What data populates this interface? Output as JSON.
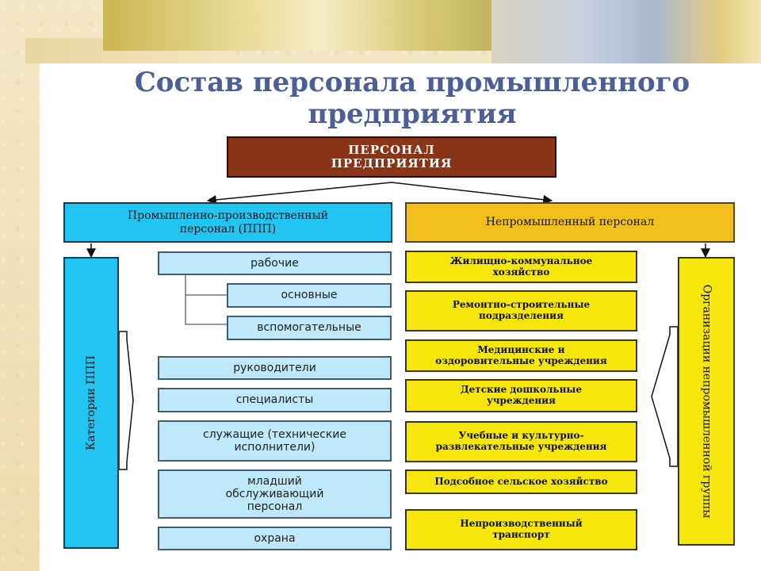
{
  "title": {
    "line1": "Состав персонала промышленного",
    "line2": "предприятия"
  },
  "root": {
    "line1": "ПЕРСОНАЛ",
    "line2": "ПРЕДПРИЯТИЯ"
  },
  "ppp": {
    "line1": "Промышленно-производственный",
    "line2": "персонал (ППП)"
  },
  "nonindustrial": {
    "label": "Непромышленный персонал"
  },
  "left_side_label": "Категории ППП",
  "right_side_label": "Организации непромышленной группы",
  "categories": [
    {
      "label": "рабочие"
    },
    {
      "label": "основные"
    },
    {
      "label": "вспомогательные"
    },
    {
      "label": "руководители"
    },
    {
      "label": "специалисты"
    },
    {
      "line1": "служащие (технические",
      "line2": "исполнители)"
    },
    {
      "line1": "младший",
      "line2": "обслуживающий",
      "line3": "персонал"
    },
    {
      "label": "охрана"
    }
  ],
  "organizations": [
    {
      "line1": "Жилищно-коммунальное",
      "line2": "хозяйство"
    },
    {
      "line1": "Ремонтно-строительные",
      "line2": "подразделения"
    },
    {
      "line1": "Медицинские и",
      "line2": "оздоровительные учреждения"
    },
    {
      "line1": "Детские дошкольные",
      "line2": "учреждения"
    },
    {
      "line1": "Учебные и культурно-",
      "line2": "развлекательные учреждения"
    },
    {
      "label": "Подсобное сельское хозяйство"
    },
    {
      "line1": "Непроизводственный",
      "line2": "транспорт"
    }
  ],
  "colors": {
    "title": "#4b5e98",
    "root_fill": "#8b3518",
    "ppp_fill": "#22c4f2",
    "nonindustrial_fill": "#f2bf1c",
    "category_fill": "#bfe9fb",
    "organization_fill": "#f7e60d"
  }
}
